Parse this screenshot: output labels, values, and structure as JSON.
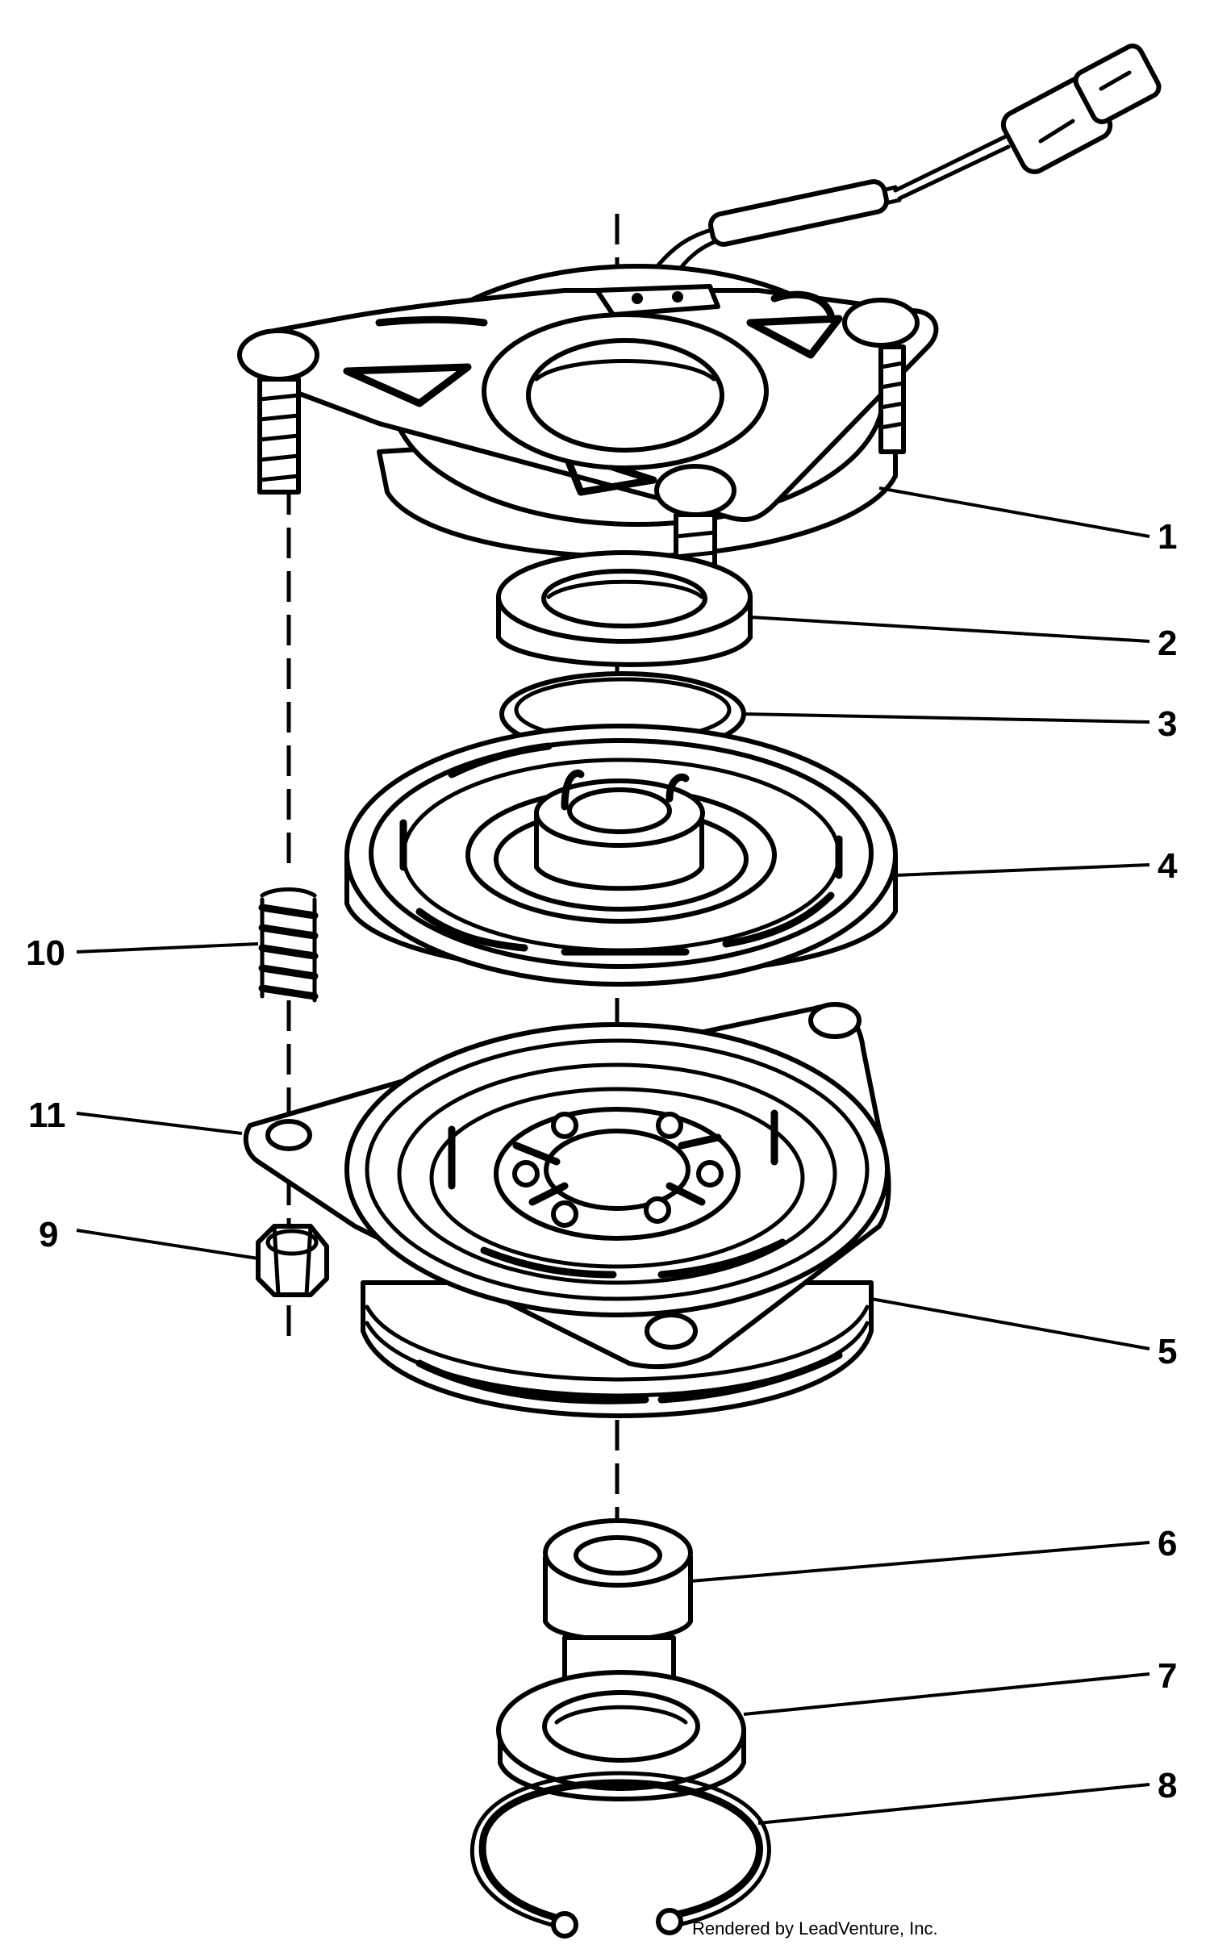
{
  "diagram": {
    "callouts": [
      {
        "label": "1",
        "part": "field-coil-plate"
      },
      {
        "label": "2",
        "part": "bearing"
      },
      {
        "label": "3",
        "part": "snap-ring"
      },
      {
        "label": "4",
        "part": "pulley-rotor"
      },
      {
        "label": "5",
        "part": "armature-brake-plate"
      },
      {
        "label": "6",
        "part": "spacer"
      },
      {
        "label": "7",
        "part": "bearing-lower"
      },
      {
        "label": "8",
        "part": "retaining-ring"
      },
      {
        "label": "9",
        "part": "nut"
      },
      {
        "label": "10",
        "part": "spring"
      },
      {
        "label": "11",
        "part": "flange-ear"
      }
    ],
    "credit": "Rendered by LeadVenture, Inc."
  }
}
